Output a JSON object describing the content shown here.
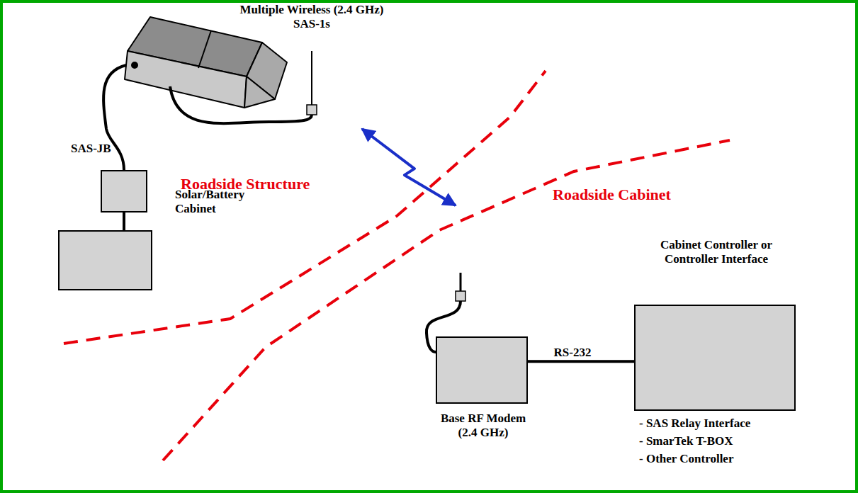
{
  "diagram": {
    "nodes": [
      {
        "text": [
          "Multiple Wireless (2.4 GHz) SAS-1s"
        ]
      },
      {
        "text": [
          "SAS-JB"
        ]
      },
      {
        "text": [
          "Solar/Battery Cabinet"
        ]
      },
      {
        "text": [
          "Base RF Modem (2.4 GHz)"
        ]
      },
      {
        "text": [
          "Cabinet Controller or Controller Interface",
          "- SAS Relay Interface",
          "- SmarTek T-BOX",
          "- Other Controller"
        ]
      }
    ],
    "edges": [
      {
        "from": 0,
        "to": 1,
        "arrow": "none"
      },
      {
        "from": 1,
        "to": 2,
        "arrow": "none"
      },
      {
        "from": 0,
        "to": 3,
        "arrow": "both"
      },
      {
        "from": 3,
        "to": 4,
        "label": "RS-232",
        "arrow": "none"
      }
    ],
    "labels": [
      "Roadside Structure",
      "Roadside Cabinet"
    ]
  }
}
